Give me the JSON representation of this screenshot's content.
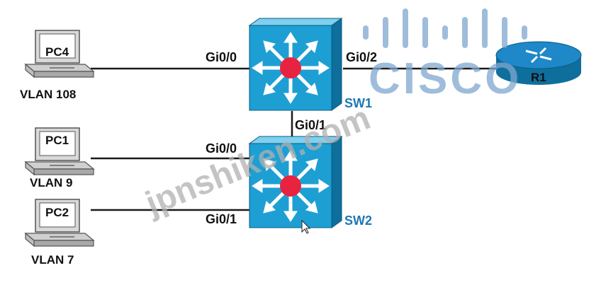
{
  "watermark": {
    "cisco_text": "CISCO",
    "site_text": "jpnshiken.com"
  },
  "devices": {
    "pc4": {
      "name": "PC4",
      "vlan": "VLAN 108"
    },
    "pc1": {
      "name": "PC1",
      "vlan": "VLAN 9"
    },
    "pc2": {
      "name": "PC2",
      "vlan": "VLAN 7"
    },
    "sw1": {
      "name": "SW1"
    },
    "sw2": {
      "name": "SW2"
    },
    "r1": {
      "name": "R1"
    }
  },
  "interfaces": {
    "sw1_gi00": "Gi0/0",
    "sw1_gi02": "Gi0/2",
    "sw1_gi01": "Gi0/1",
    "sw2_gi00": "Gi0/0",
    "sw2_gi01": "Gi0/1"
  },
  "colors": {
    "switch_face": "#1e9fd4",
    "switch_top": "#7fd0ef",
    "switch_side": "#0f6f9c",
    "switch_center": "#e8233f",
    "router_body": "#1e88c8",
    "watermark": "#7fa8cf",
    "switch_label": "#1f77b4"
  }
}
